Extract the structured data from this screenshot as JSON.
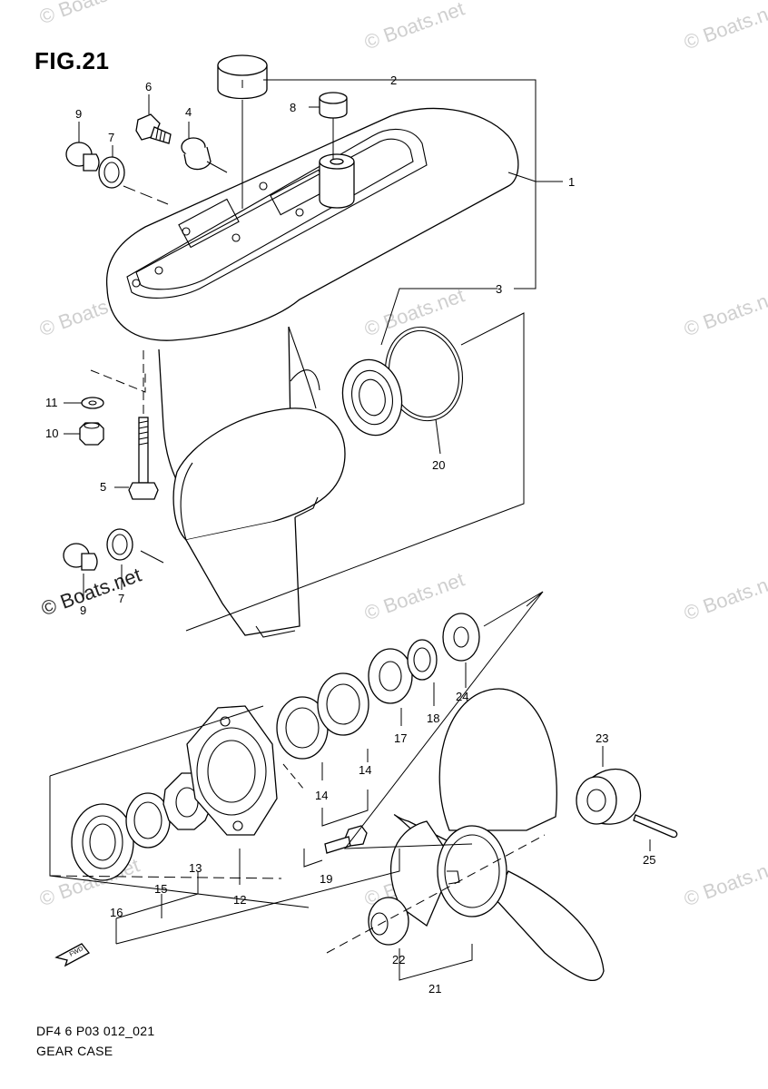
{
  "figure_title": "FIG.21",
  "footer": {
    "code": "DF4 6 P03 012_021",
    "name": "GEAR CASE"
  },
  "watermark": {
    "text": "© Boats.net",
    "emphasis_text": "© Boats.net"
  },
  "fwd_label": "FWD",
  "callouts": [
    {
      "id": "c1",
      "label": "1"
    },
    {
      "id": "c2",
      "label": "2"
    },
    {
      "id": "c3",
      "label": "3"
    },
    {
      "id": "c4",
      "label": "4"
    },
    {
      "id": "c5",
      "label": "5"
    },
    {
      "id": "c6",
      "label": "6"
    },
    {
      "id": "c7a",
      "label": "7"
    },
    {
      "id": "c7b",
      "label": "7"
    },
    {
      "id": "c8",
      "label": "8"
    },
    {
      "id": "c9a",
      "label": "9"
    },
    {
      "id": "c9b",
      "label": "9"
    },
    {
      "id": "c10",
      "label": "10"
    },
    {
      "id": "c11",
      "label": "11"
    },
    {
      "id": "c12",
      "label": "12"
    },
    {
      "id": "c13",
      "label": "13"
    },
    {
      "id": "c14a",
      "label": "14"
    },
    {
      "id": "c14b",
      "label": "14"
    },
    {
      "id": "c15",
      "label": "15"
    },
    {
      "id": "c16",
      "label": "16"
    },
    {
      "id": "c17",
      "label": "17"
    },
    {
      "id": "c18",
      "label": "18"
    },
    {
      "id": "c19",
      "label": "19"
    },
    {
      "id": "c20",
      "label": "20"
    },
    {
      "id": "c21",
      "label": "21"
    },
    {
      "id": "c22",
      "label": "22"
    },
    {
      "id": "c23",
      "label": "23"
    },
    {
      "id": "c24",
      "label": "24"
    },
    {
      "id": "c25",
      "label": "25"
    }
  ]
}
